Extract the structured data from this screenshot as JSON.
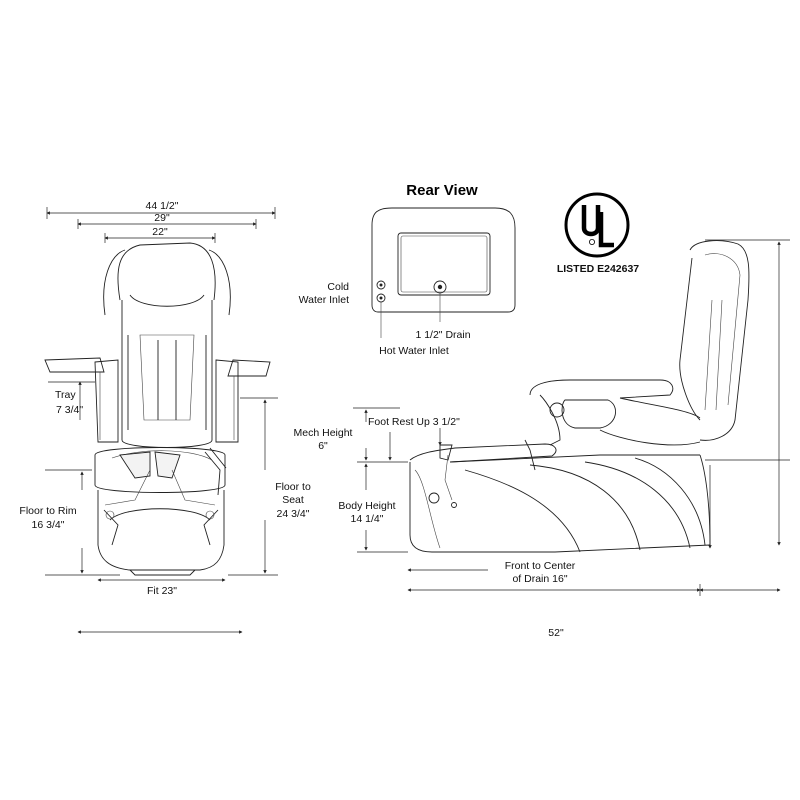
{
  "rear_view": {
    "title": "Rear View",
    "cold_inlet": [
      "Cold",
      "Water Inlet"
    ],
    "hot_inlet": "Hot Water Inlet",
    "drain": "1 1/2\" Drain"
  },
  "certification": {
    "logo_text": "UL",
    "listing": "LISTED E242637"
  },
  "front_view": {
    "width_overall": "44 1/2\"",
    "width_mid": "29\"",
    "width_inner": "22\"",
    "tray_label": "Tray",
    "tray_value": "7 3/4\"",
    "floor_rim": [
      "Floor to Rim",
      "16 3/4\""
    ],
    "floor_seat": [
      "Floor to",
      "Seat",
      "24 3/4\""
    ],
    "fit": "Fit 23\""
  },
  "side_view": {
    "mech_height": [
      "Mech Height",
      "6\""
    ],
    "foot_rest": "Foot Rest Up  3 1/2\"",
    "body_height": [
      "Body Height",
      "14 1/4\""
    ],
    "front_drain": [
      "Front to Center",
      "of Drain 16\""
    ],
    "length": "52\""
  }
}
